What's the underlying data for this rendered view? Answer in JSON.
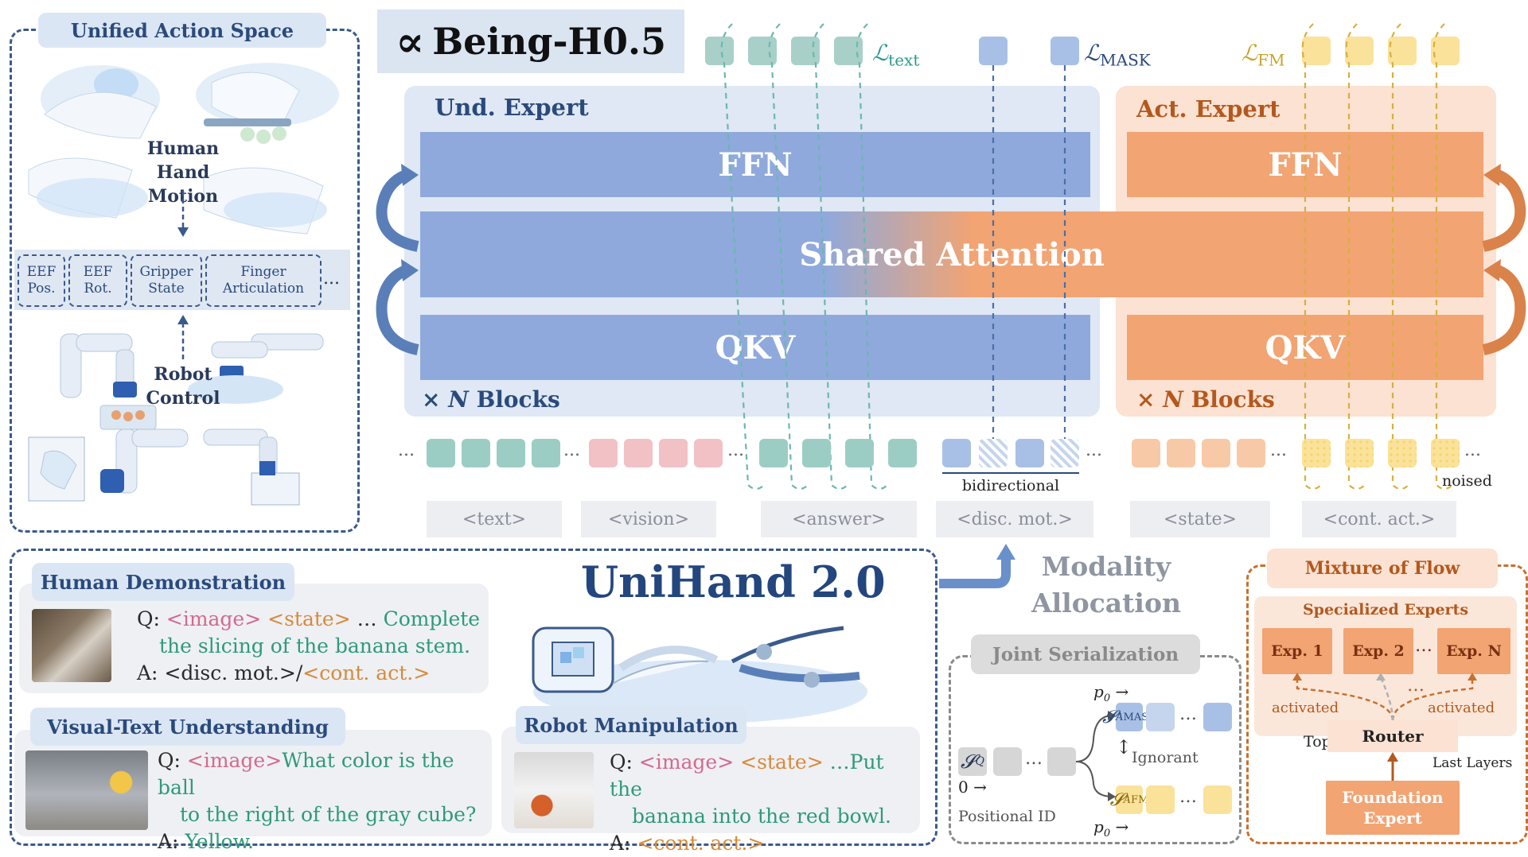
{
  "title": {
    "symbol": "∝",
    "name": "Being-H0.5"
  },
  "left_panel": {
    "caption": "Unified Action Space",
    "human_label_1": "Human",
    "human_label_2": "Hand Motion",
    "robot_label_1": "Robot",
    "robot_label_2": "Control",
    "boxes": [
      {
        "l1": "EEF",
        "l2": "Pos."
      },
      {
        "l1": "EEF",
        "l2": "Rot."
      },
      {
        "l1": "Gripper",
        "l2": "State"
      },
      {
        "l1": "Finger",
        "l2": "Articulation"
      }
    ],
    "ellipsis": "..."
  },
  "und_expert": {
    "title": "Und. Expert",
    "ffn": "FFN",
    "qkv": "QKV",
    "blocks_prefix": "×",
    "blocks_n": "N",
    "blocks_suffix": "Blocks"
  },
  "act_expert": {
    "title": "Act. Expert",
    "ffn": "FFN",
    "qkv": "QKV",
    "blocks_prefix": "×",
    "blocks_n": "N",
    "blocks_suffix": "Blocks"
  },
  "shared_attention": "Shared Attention",
  "losses": {
    "text_main": "ℒ",
    "text_sub": "text",
    "mask_main": "ℒ",
    "mask_sub": "MASK",
    "fm_main": "ℒ",
    "fm_sub": "FM"
  },
  "sequence": {
    "labels": [
      "<text>",
      "<vision>",
      "<answer>",
      "<disc. mot.>",
      "<state>",
      "<cont. act.>"
    ],
    "bidirectional": "bidirectional",
    "noised": "noised",
    "ellipsis": "..."
  },
  "modality": {
    "l1": "Modality",
    "l2": "Allocation"
  },
  "unihand": {
    "title": "UniHand 2.0"
  },
  "human_demo": {
    "caption": "Human Demonstration",
    "q_prefix": "Q:",
    "q_image": "<image>",
    "q_state": "<state>",
    "q_dots": "…",
    "q_text_1": "Complete",
    "q_text_2": "the slicing of  the banana stem.",
    "a_prefix": "A:",
    "a_disc": "<disc. mot.>",
    "a_slash": "/",
    "a_cont": "<cont. act.>"
  },
  "visual_text": {
    "caption": "Visual-Text Understanding",
    "q_prefix": "Q:",
    "q_image": "<image>",
    "q_text_1": "What color is the ball",
    "q_text_2": "to the right of  the gray cube?",
    "a_prefix": "A:",
    "a_text": "Yellow."
  },
  "robot_manip": {
    "caption": "Robot Manipulation",
    "q_prefix": "Q:",
    "q_image": "<image>",
    "q_state": "<state>",
    "q_text_1": "…Put the",
    "q_text_2": "banana into the red bowl.",
    "a_prefix": "A:",
    "a_cont": "<cont. act.>"
  },
  "joint_serialization": {
    "caption": "Joint Serialization",
    "sq_main": "𝓢",
    "sq_sub": "Q",
    "sa_main": "𝓢",
    "sa_sub": "A",
    "sa_mask_sup": "MASK",
    "sa_fm_sup": "FM",
    "zero": "0",
    "p0_main": "p",
    "p0_sub": "0",
    "ignorant": "Ignorant",
    "positional": "Positional ID",
    "dots": "…"
  },
  "mixture_of_flow": {
    "caption": "Mixture of Flow",
    "specialized": "Specialized Experts",
    "experts": [
      "Exp. 1",
      "Exp. 2",
      "Exp. N"
    ],
    "dots": "…",
    "activated_left": "activated",
    "activated_right": "activated",
    "topk": "Top-K",
    "router": "Router",
    "last_layers": "Last Layers",
    "foundation_1": "Foundation",
    "foundation_2": "Expert"
  },
  "colors": {
    "und_blue": "#8fa9dc",
    "act_orange": "#f2a473",
    "teal_token": "#9ccdc4",
    "pink_token": "#f1c1c6",
    "blue_token": "#a9c0e6",
    "orange_token": "#f8c9a6",
    "yellow_token": "#fbe29a",
    "dark_blue": "#2a4a7c"
  }
}
